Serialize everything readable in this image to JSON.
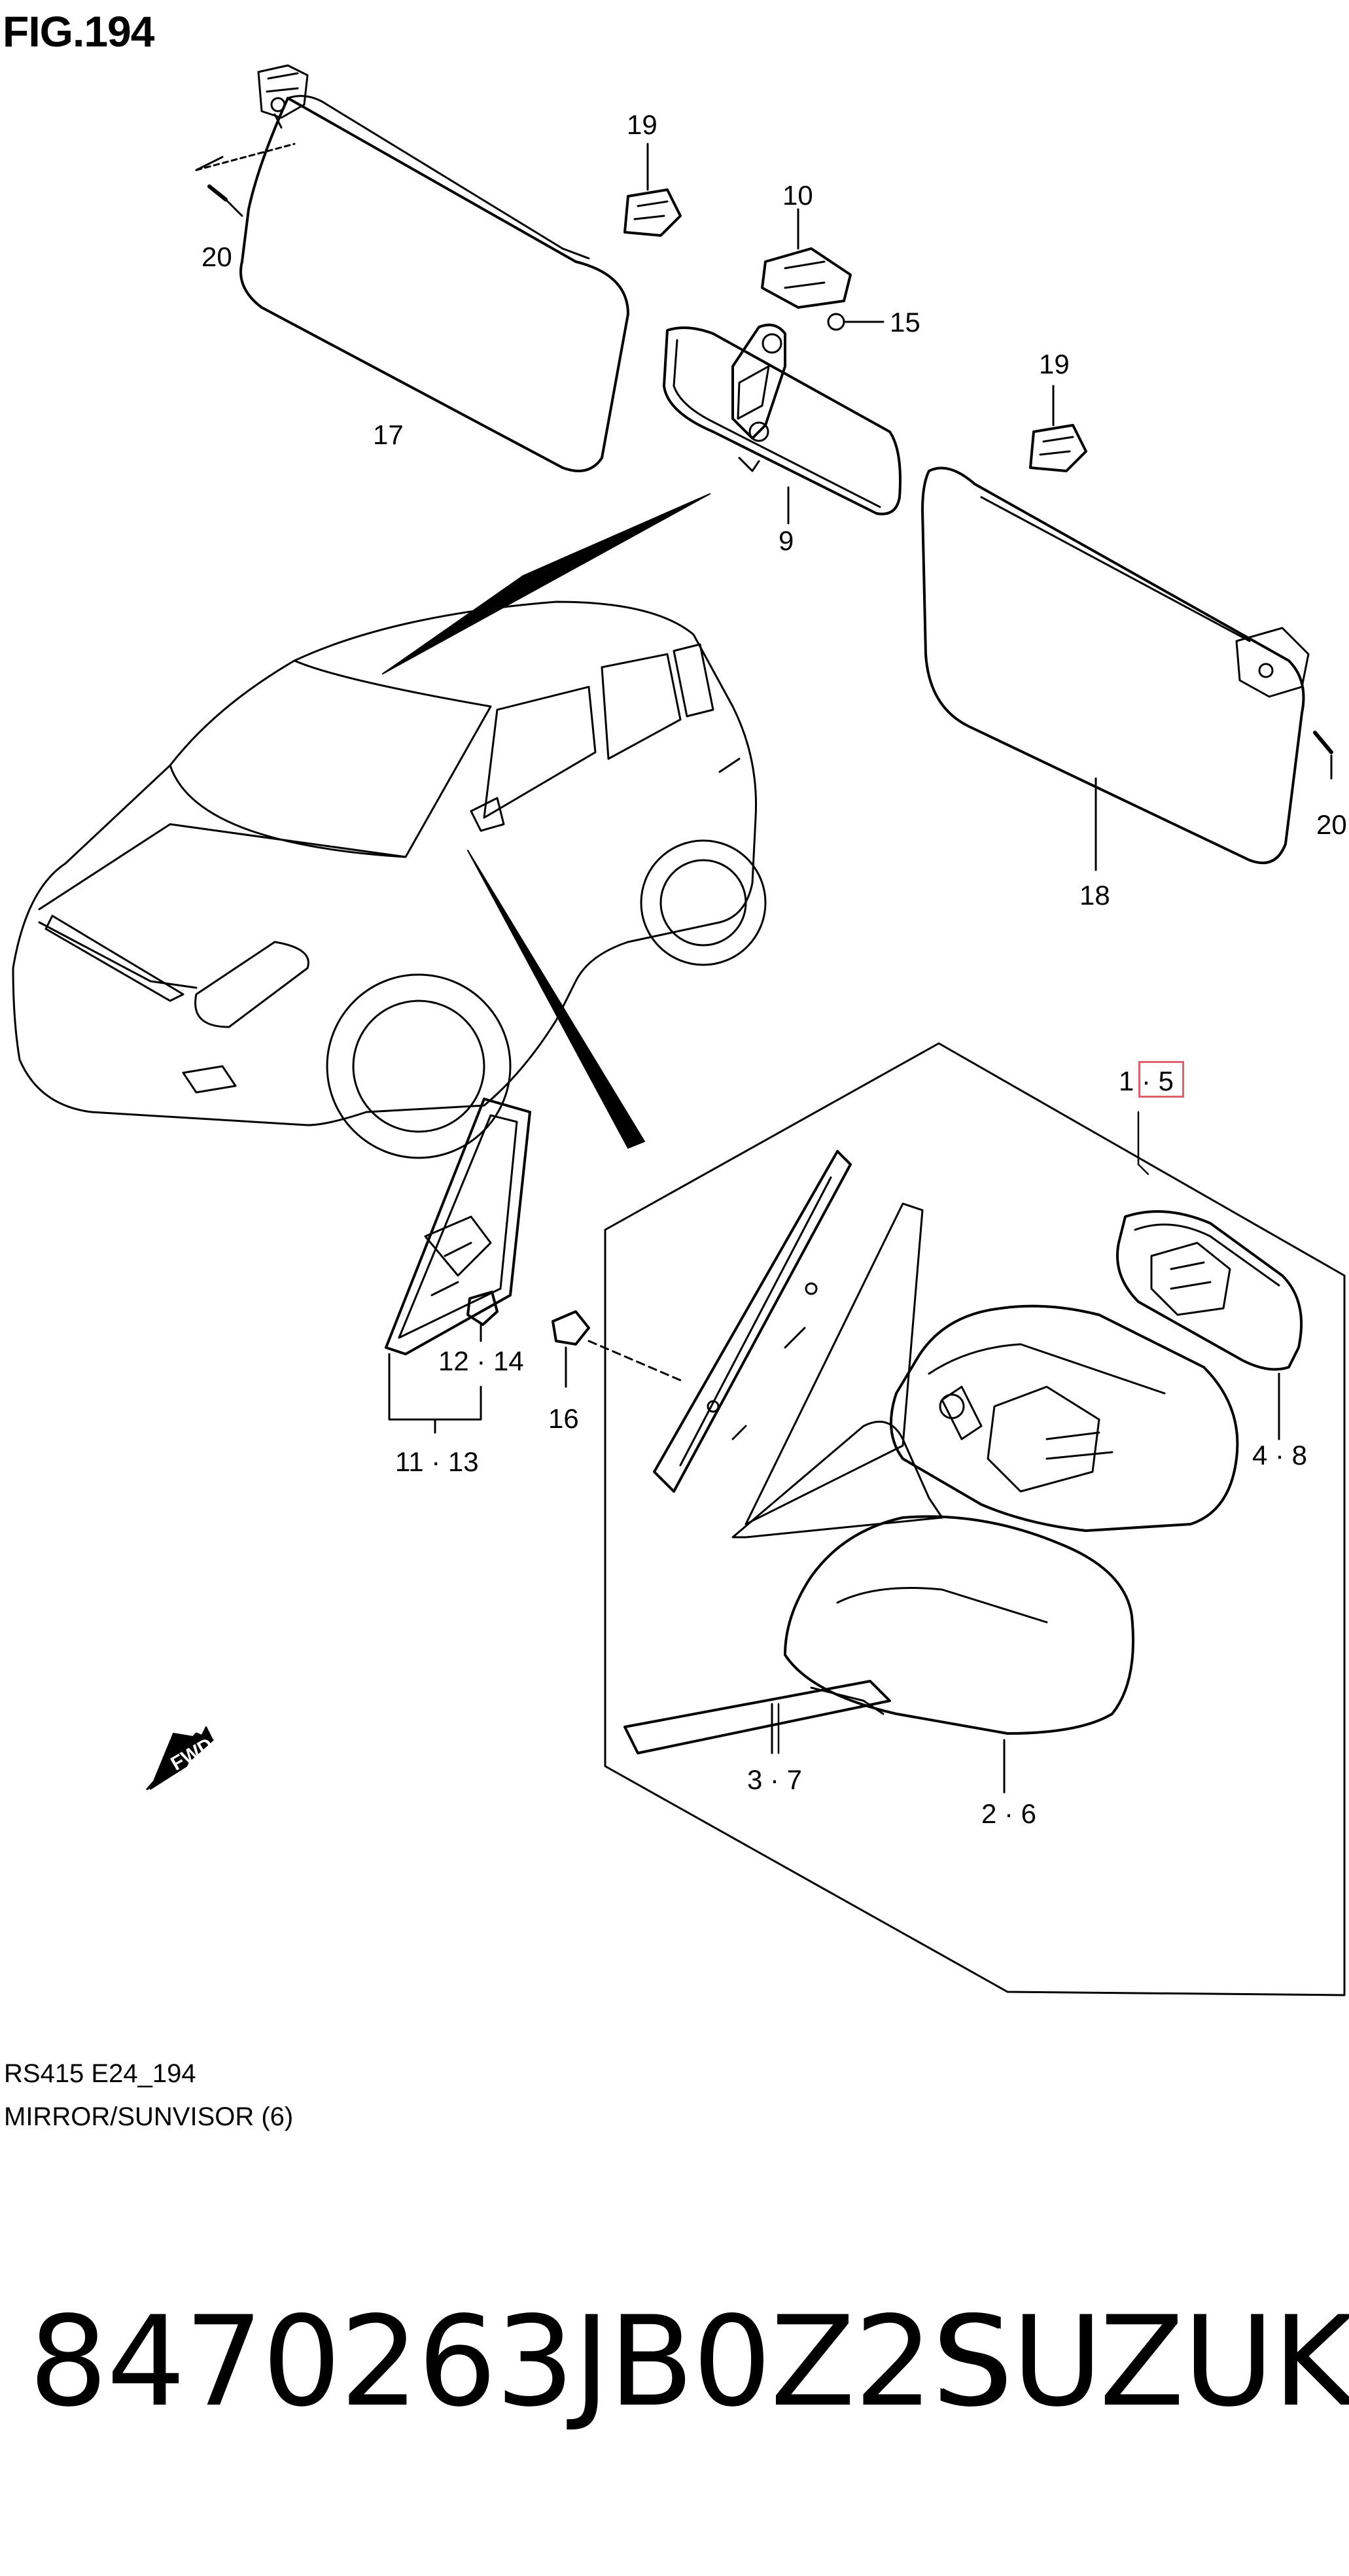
{
  "figure": {
    "title": "FIG.194"
  },
  "callouts": {
    "c19a": "19",
    "c20a": "20",
    "c10": "10",
    "c15": "15",
    "c17": "17",
    "c19b": "19",
    "c9": "9",
    "c20b": "20",
    "c18": "18",
    "c1_5": "1 · 5",
    "c12_14": "12 · 14",
    "c16": "16",
    "c11_13": "11 · 13",
    "c4_8": "4 · 8",
    "c3_7": "3 · 7",
    "c2_6": "2 · 6"
  },
  "fwd_label": "FWD",
  "footer": {
    "code": "RS415 E24_194",
    "caption": "MIRROR/SUNVISOR (6)"
  },
  "banner": {
    "part_number": "8470263JB0Z2S",
    "brand": "SUZUKI"
  },
  "colors": {
    "line": "#000000",
    "highlight": "#e06070",
    "background": "#ffffff"
  }
}
